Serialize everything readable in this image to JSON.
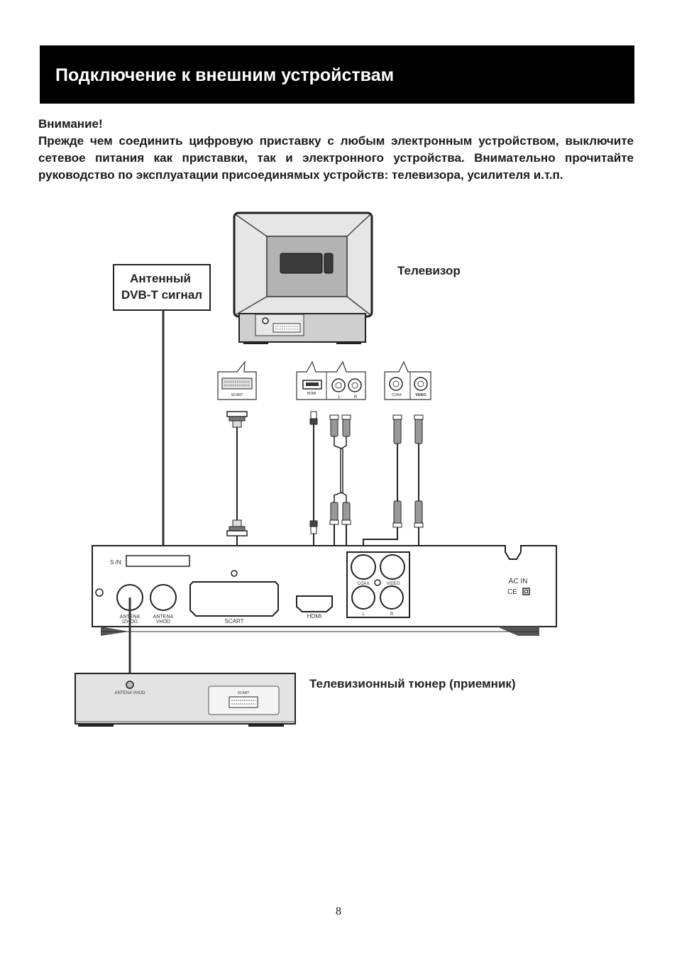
{
  "page": {
    "title": "Подключение к внешним устройствам",
    "warning_heading": "Внимание!",
    "warning_text": "Прежде чем соединить цифровую приставку с любым электронным устройством, выключите сетевое питания как приставки, так и электронного устройства. Внимательно прочитайте руководство по эксплуатации присоединямых устройств: телевизора, усилителя и.т.п.",
    "page_number": "8"
  },
  "diagram": {
    "tv_label": "Телевизор",
    "antenna_box": {
      "line1": "Антенный",
      "line2": "DVB-T сигнал"
    },
    "tuner_label": "Телевизионный тюнер (приемник)",
    "port_callouts": {
      "scart": "SCART",
      "hdmi": "HDMI",
      "left": "L",
      "right": "R",
      "coax": "COAX",
      "video": "VIDEO"
    },
    "receiver": {
      "serial": "S /N:",
      "antena_izhod": [
        "ANTENA",
        "IZHOD"
      ],
      "antena_vhod": [
        "ANTENA",
        "VHOD"
      ],
      "scart": "SCART",
      "hdmi": "HDMI",
      "coax": "COAX",
      "video": "VIDEO",
      "left": "L",
      "right": "R",
      "ac_in": "AC IN",
      "ce_mark": "CE"
    },
    "tuner": {
      "antena_vhod": "ANTENA VHOD",
      "scart": "SCART"
    }
  }
}
